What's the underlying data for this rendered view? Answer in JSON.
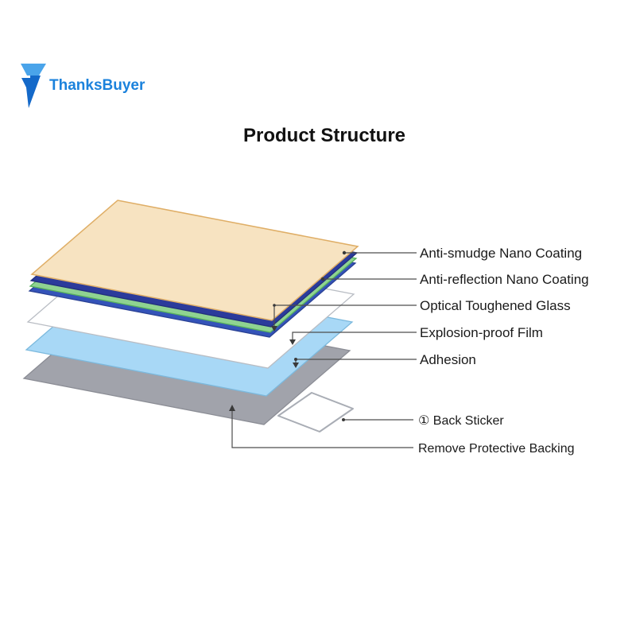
{
  "brand": {
    "name": "ThanksBuyer",
    "text_color": "#1b82dc",
    "mark_dark": "#1469c9",
    "mark_light": "#4aa4ea"
  },
  "title": "Product Structure",
  "diagram": {
    "line_color": "#4d4d4d",
    "layers": [
      {
        "name": "anti-smudge-coating-sheet",
        "fill": "#f7e3c1",
        "stroke": "#dfae66"
      },
      {
        "name": "anti-reflection-coating-sheet",
        "fill": "#2b3b9b",
        "stroke": "#222f7c"
      },
      {
        "name": "toughened-glass-sheet-green",
        "fill": "#8fd391",
        "stroke": "#58b25c"
      },
      {
        "name": "toughened-glass-sheet-blue",
        "fill": "#3453b9",
        "stroke": "#2a4194"
      },
      {
        "name": "explosion-proof-film-sheet",
        "fill": "#ffffff",
        "stroke": "#b9bdc4"
      },
      {
        "name": "adhesion-sheet",
        "fill": "#a8d8f6",
        "stroke": "#7cb9dd"
      },
      {
        "name": "protective-backing-sheet",
        "fill": "#a1a3ab",
        "stroke": "#8b8d95"
      }
    ],
    "sticker": {
      "fill": "#ffffff",
      "stroke": "#a9adb5"
    }
  },
  "labels": {
    "anti_smudge": "Anti-smudge Nano Coating",
    "anti_reflection": "Anti-reflection Nano Coating",
    "optical_glass": "Optical Toughened Glass",
    "explosion_proof": "Explosion-proof Film",
    "adhesion": "Adhesion",
    "back_sticker": "① Back Sticker",
    "remove_backing": "Remove Protective Backing"
  }
}
